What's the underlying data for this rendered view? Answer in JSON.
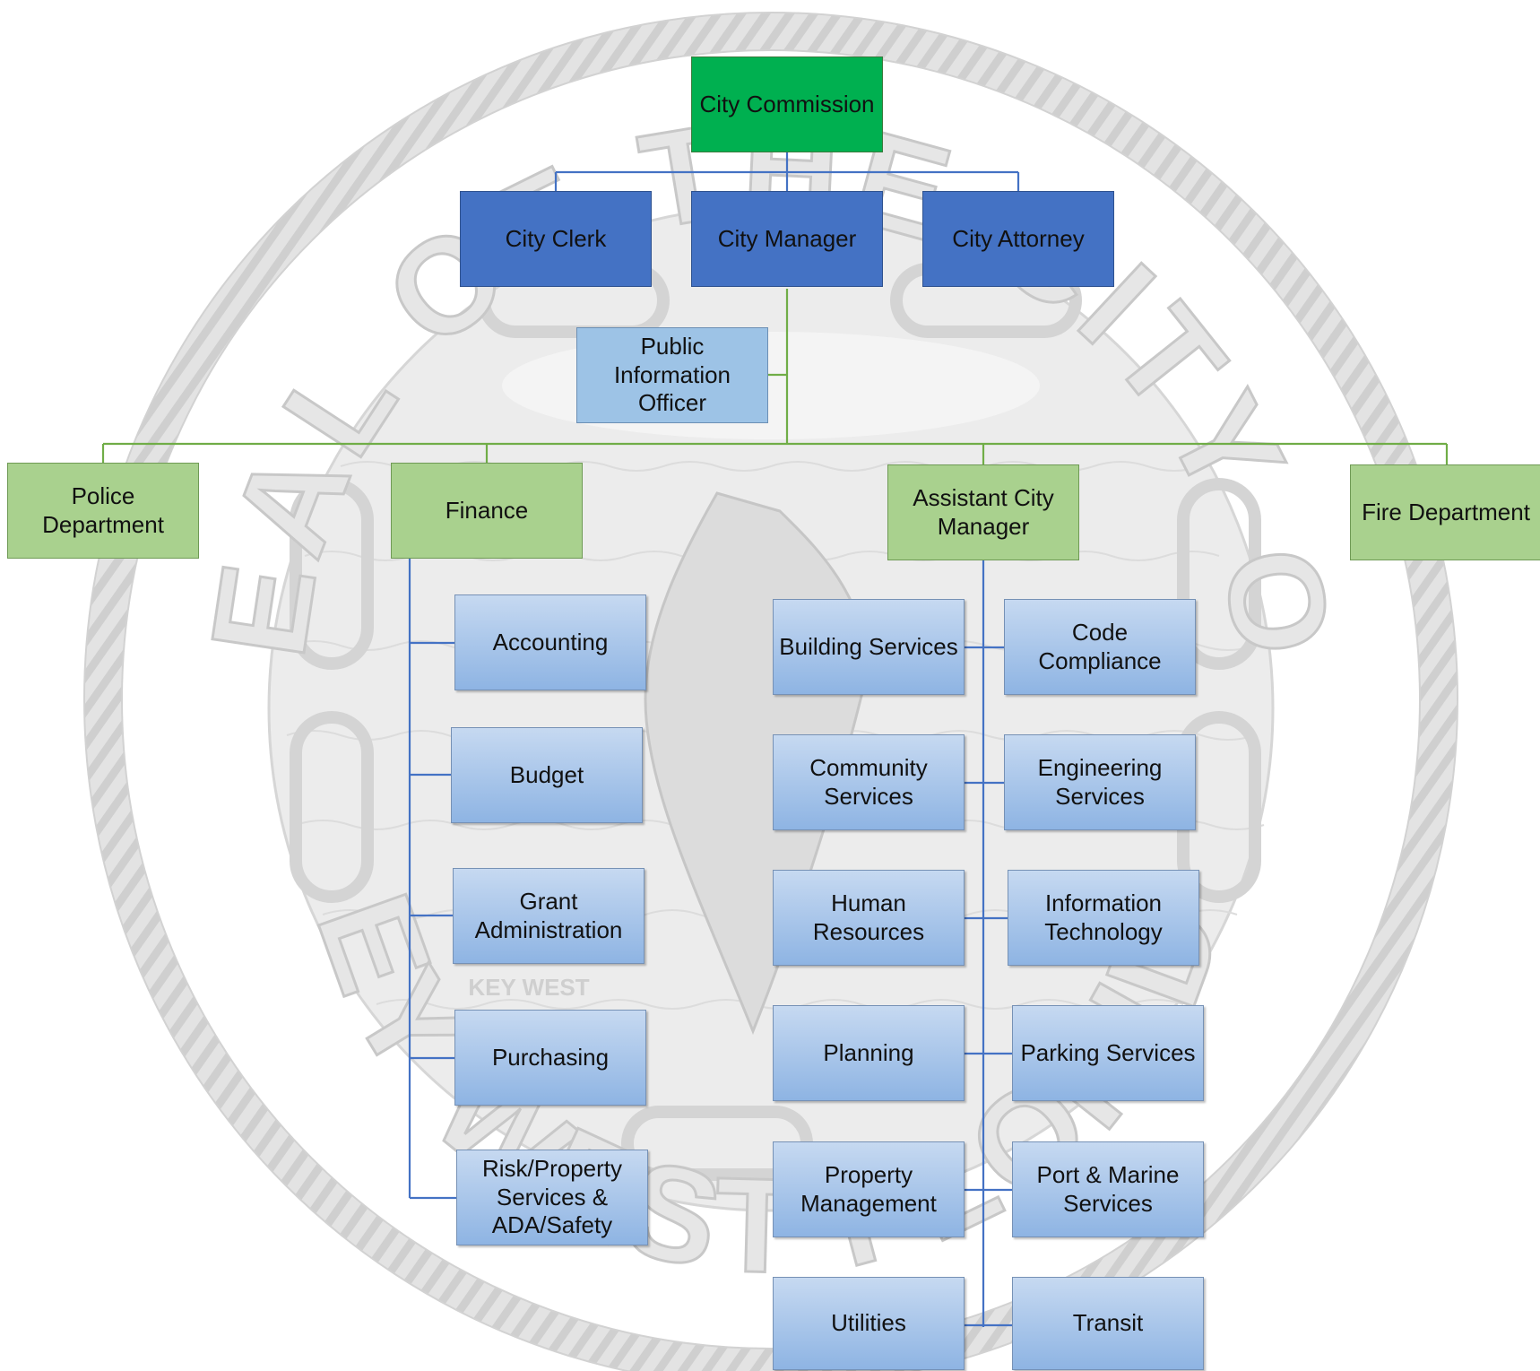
{
  "seal": {
    "ring_text_top": "SEAL OF THE CITY OF",
    "ring_text_bottom": "KEY WEST FLORIDA",
    "inner_label": "KEY WEST"
  },
  "colors": {
    "commission": "#00b050",
    "executive": "#4472c4",
    "pio": "#9dc3e6",
    "department": "#a9d18e",
    "division": "#a7c4ea",
    "line_blue": "#4472c4",
    "line_green": "#70ad47"
  },
  "org": {
    "city_commission": "City Commission",
    "city_clerk": "City Clerk",
    "city_manager": "City Manager",
    "city_attorney": "City Attorney",
    "public_information_officer": "Public\nInformation\nOfficer",
    "police_department": "Police\nDepartment",
    "finance": "Finance",
    "assistant_city_manager": "Assistant City\nManager",
    "fire_department": "Fire Department",
    "finance_divisions": [
      "Accounting",
      "Budget",
      "Grant\nAdministration",
      "Purchasing",
      "Risk/Property\nServices &\nADA/Safety"
    ],
    "acm_divisions_left": [
      "Building Services",
      "Community\nServices",
      "Human\nResources",
      "Planning",
      "Property\nManagement",
      "Utilities"
    ],
    "acm_divisions_right": [
      "Code Compliance",
      "Engineering\nServices",
      "Information\nTechnology",
      "Parking Services",
      "Port & Marine\nServices",
      "Transit"
    ]
  }
}
